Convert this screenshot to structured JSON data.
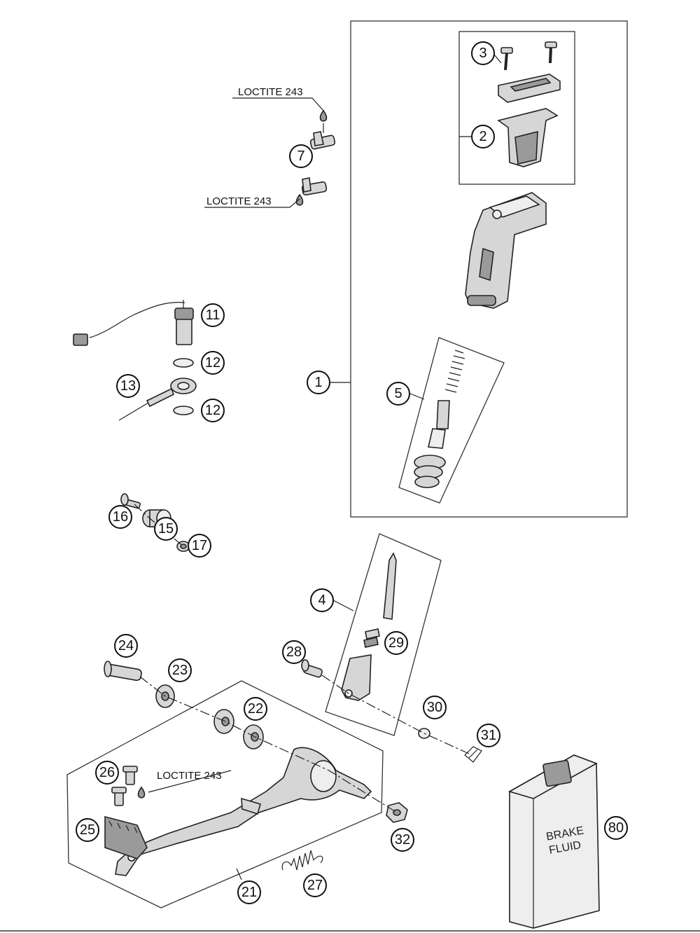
{
  "callouts": {
    "c1": "1",
    "c2": "2",
    "c3": "3",
    "c4": "4",
    "c5": "5",
    "c7": "7",
    "c11": "11",
    "c12a": "12",
    "c12b": "12",
    "c13": "13",
    "c15": "15",
    "c16": "16",
    "c17": "17",
    "c21": "21",
    "c22": "22",
    "c23": "23",
    "c24": "24",
    "c25": "25",
    "c26": "26",
    "c27": "27",
    "c28": "28",
    "c29": "29",
    "c30": "30",
    "c31": "31",
    "c32": "32",
    "c80": "80"
  },
  "annotations": {
    "loctite_1": "LOCTITE 243",
    "loctite_2": "LOCTITE 243",
    "loctite_3": "LOCTITE 243"
  },
  "container_label": {
    "line1": "BRAKE",
    "line2": "FLUID"
  }
}
